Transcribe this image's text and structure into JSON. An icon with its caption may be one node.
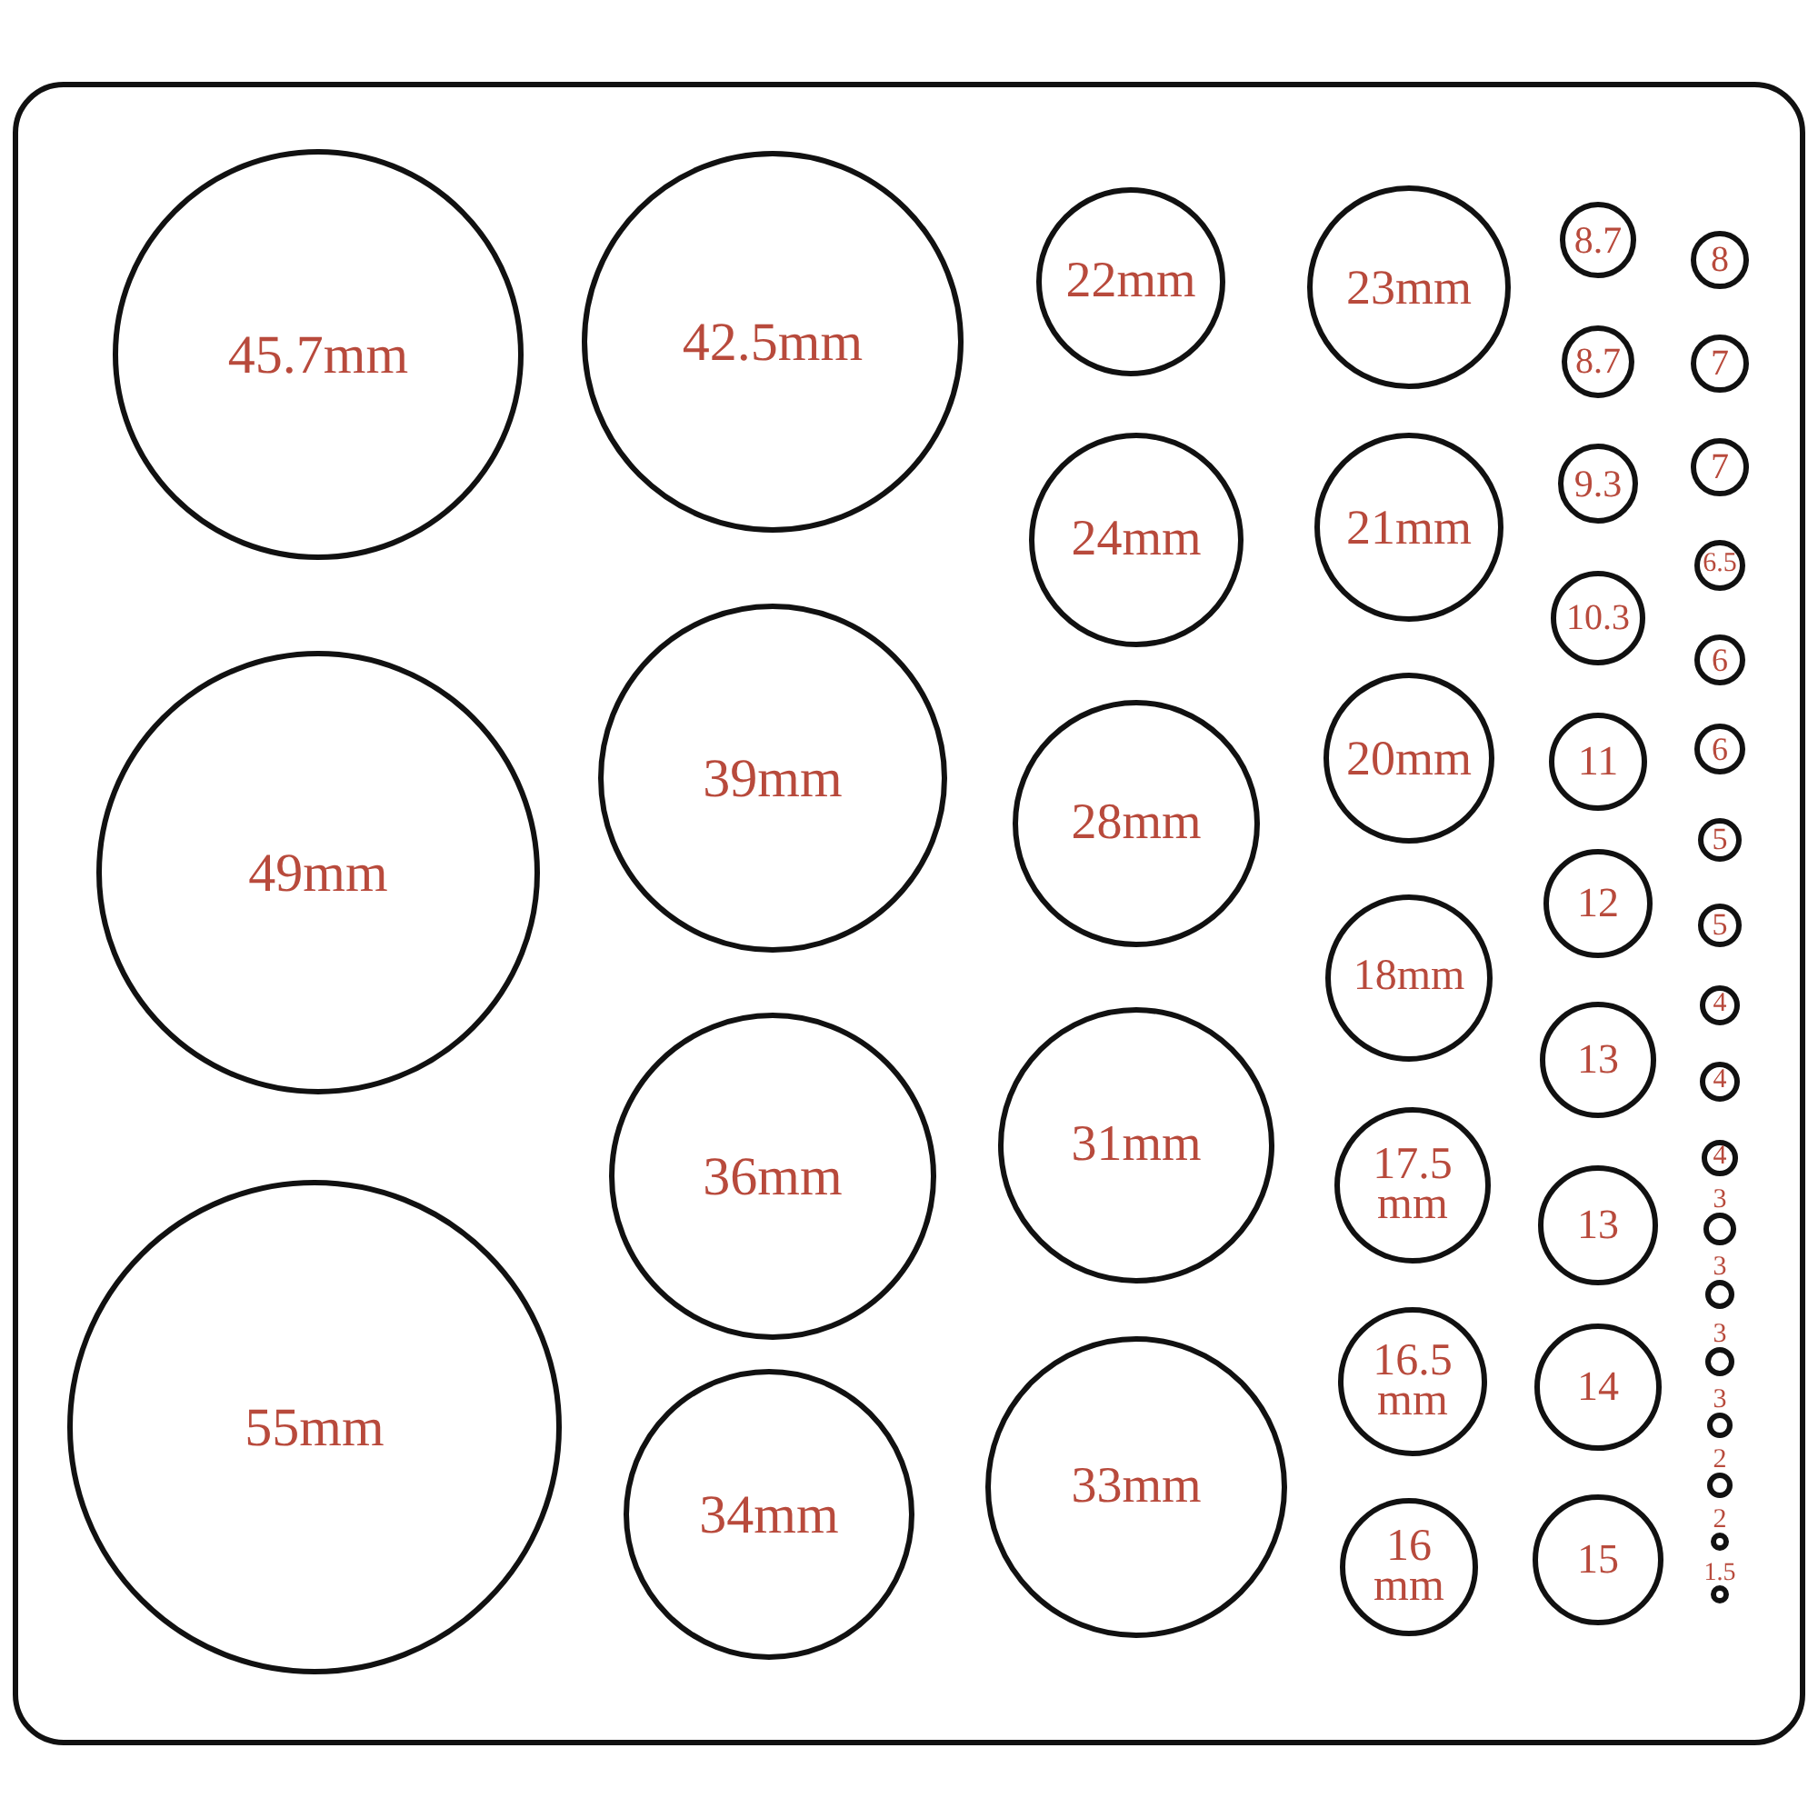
{
  "diagram": {
    "nodes": [
      {
        "text": [],
        "shape": "box"
      },
      {
        "text": [
          "45.7mm"
        ],
        "in": 0
      },
      {
        "text": [
          "49mm"
        ],
        "in": 0
      },
      {
        "text": [
          "55mm"
        ],
        "in": 0
      },
      {
        "text": [
          "42.5mm"
        ],
        "in": 0
      },
      {
        "text": [
          "39mm"
        ],
        "in": 0
      },
      {
        "text": [
          "36mm"
        ],
        "in": 0
      },
      {
        "text": [
          "34mm"
        ],
        "in": 0
      },
      {
        "text": [
          "22mm"
        ],
        "in": 0
      },
      {
        "text": [
          "24mm"
        ],
        "in": 0
      },
      {
        "text": [
          "28mm"
        ],
        "in": 0
      },
      {
        "text": [
          "31mm"
        ],
        "in": 0
      },
      {
        "text": [
          "33mm"
        ],
        "in": 0
      },
      {
        "text": [
          "23mm"
        ],
        "in": 0
      },
      {
        "text": [
          "21mm"
        ],
        "in": 0
      },
      {
        "text": [
          "20mm"
        ],
        "in": 0
      },
      {
        "text": [
          "18mm"
        ],
        "in": 0
      },
      {
        "text": [
          "17.5 mm"
        ],
        "in": 0
      },
      {
        "text": [
          "16.5 mm"
        ],
        "in": 0
      },
      {
        "text": [
          "16 mm"
        ],
        "in": 0
      },
      {
        "text": [
          "8.7"
        ],
        "in": 0
      },
      {
        "text": [
          "8.7"
        ],
        "in": 0
      },
      {
        "text": [
          "9.3"
        ],
        "in": 0
      },
      {
        "text": [
          "10.3"
        ],
        "in": 0
      },
      {
        "text": [
          "11"
        ],
        "in": 0
      },
      {
        "text": [
          "12"
        ],
        "in": 0
      },
      {
        "text": [
          "13"
        ],
        "in": 0
      },
      {
        "text": [
          "13"
        ],
        "in": 0
      },
      {
        "text": [
          "14"
        ],
        "in": 0
      },
      {
        "text": [
          "15"
        ],
        "in": 0
      },
      {
        "text": [
          "8"
        ],
        "in": 0
      },
      {
        "text": [
          "7"
        ],
        "in": 0
      },
      {
        "text": [
          "7"
        ],
        "in": 0
      },
      {
        "text": [
          "6.5"
        ],
        "in": 0
      },
      {
        "text": [
          "6"
        ],
        "in": 0
      },
      {
        "text": [
          "6"
        ],
        "in": 0
      },
      {
        "text": [
          "5"
        ],
        "in": 0
      },
      {
        "text": [
          "5"
        ],
        "in": 0
      },
      {
        "text": [
          "4"
        ],
        "in": 0
      },
      {
        "text": [
          "4"
        ],
        "in": 0
      },
      {
        "text": [
          "4"
        ],
        "in": 0
      },
      {
        "text": [
          "3"
        ],
        "in": 0
      },
      {
        "text": [
          "3"
        ],
        "in": 0
      },
      {
        "text": [
          "3"
        ],
        "in": 0
      },
      {
        "text": [
          "3"
        ],
        "in": 0
      },
      {
        "text": [
          "2"
        ],
        "in": 0
      },
      {
        "text": [
          "2"
        ],
        "in": 0
      },
      {
        "text": [
          "1.5"
        ],
        "in": 0
      }
    ]
  }
}
